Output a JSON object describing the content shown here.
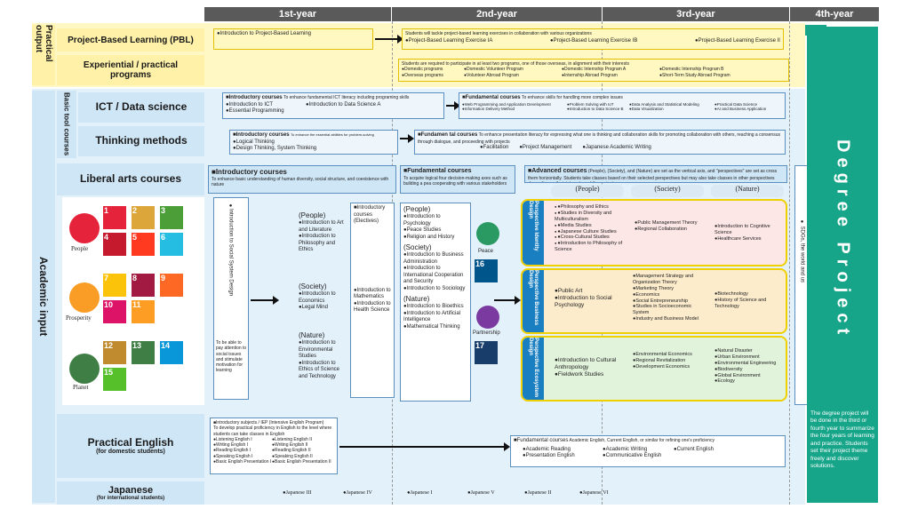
{
  "header": {
    "year1": "1st-year",
    "year2": "2nd-year",
    "year3": "3rd-year",
    "year4": "4th-year"
  },
  "side": {
    "practical_output": "Practical output",
    "academic_input": "Academic input",
    "basic_tool_courses": "Basic tool courses"
  },
  "rows": {
    "pbl": "Project-Based Learning (PBL)",
    "experiential": "Experiential / practical programs",
    "ict": "ICT / Data science",
    "thinking": "Thinking methods",
    "liberal": "Liberal arts courses",
    "english": "Practical English",
    "english_sub": "(for domestic students)",
    "japanese": "Japanese",
    "japanese_sub": "(for international students)"
  },
  "pbl": {
    "intro": "●Introduction to Project-Based Learning",
    "note": "Students will tackle      project-based learning exercises in collaboration with various organizations",
    "items": [
      "●Project-Based Learning Exercise IA",
      "●Project-Based Learning Exercise IB",
      "●Project-Based Learning Exercise II"
    ]
  },
  "exp": {
    "note": "Students are required          to participate in at least two programs, one of those overseas, in alignment with their interests",
    "items": [
      "●Domestic programs",
      "●Overseas programs",
      "●Domestic Volunteer Program",
      "●Volunteer Abroad Program",
      "●Domestic Internship Program A",
      "●Internship Abroad Program",
      "●Domestic Internship Program B",
      "●Short-Term Study Abroad Program"
    ]
  },
  "ict": {
    "intro_title": "■Introductory courses",
    "intro_desc": "To enhance fundamental ICT literacy including programing skills",
    "intro_items": [
      "●Introduction to ICT",
      "●Introduction to Data Science A",
      "●Essential Programming"
    ],
    "fund_title": "■Fundamental courses",
    "fund_desc": "To enhance skills for handling more complex issues",
    "fund_items": [
      "●Web Programming and Application Development",
      "●Problem Solving with IoT",
      "●Data Analysis and Statistical Modeling",
      "●Practical Data Science",
      "●Information Delivery Method",
      "●Introduction to Data Science B",
      "●Data Visualization",
      "●AI and Business Application"
    ]
  },
  "thinking": {
    "intro_title": "■Introductory courses",
    "intro_desc": "To enhance the essential abilities for problem-solving",
    "intro_items": [
      "●Logical Thinking",
      "●Design Thinking, System Thinking"
    ],
    "fund_title": "■Fundamen      tal courses",
    "fund_desc": "To enhance presentation literacy for expressing what one is thinking and collaboration skills for promoting collaboration with others, reaching a consensus through dialogue, and proceeding with projects",
    "fund_items": [
      "●Facilitation",
      "●Project Management",
      "●Japanese Academic Writing"
    ]
  },
  "liberal": {
    "intro_title": "■Introductory courses",
    "intro_desc": "To enhance basic understanding of human diversity, social structure, and coexistence with nature",
    "intro_sys": "●Introduction to Social System Design",
    "intro_note": "To be able to pay attention to social issues and stimulate motivation for learning",
    "electives": "■Introductory courses (Electives)",
    "people_h": "(People)",
    "people_items": [
      "●Introduction to Art and Literature",
      "●Introduction to Philosophy and Ethics"
    ],
    "society_h": "(Society)",
    "society_items": [
      "●Introduction to Economics",
      "●Legal Mind"
    ],
    "nature_h": "(Nature)",
    "nature_items": [
      "●Introduction to Environmental Studies",
      "●Introduction to Ethics of Science and Technology"
    ],
    "elective_items": [
      "●Introduction to Mathematics",
      "●Introduction to Health Science"
    ],
    "fund_title": "■Fundamental courses",
    "fund_desc": "To acquire logical four decision-making axes such as building a pea cooperating with various stakeholders",
    "fund_people_h": "(People)",
    "fund_people": [
      "●Introduction to Psychology",
      "●Peace Studies",
      "●Religion and History"
    ],
    "fund_society_h": "(Society)",
    "fund_society": [
      "●Introduction to Business Administration",
      "●Introduction to International Cooperation and Security",
      "●Introduction to Sociology"
    ],
    "fund_nature_h": "(Nature)",
    "fund_nature": [
      "●Introduction to Bioethics",
      "●Introduction to Artificial Intelligence",
      "●Mathematical Thinking"
    ],
    "peace": "Peace",
    "partnership": "Partnership",
    "adv_title": "■Advanced courses",
    "adv_desc": "(People), (Society), and (Nature) are set as the vertical axis, and \"perspectives\" are set as cross them horizontally. Students take classes based on their selected perspectives but may also take classes in other perspectives depending on their interests and the project progress.",
    "col_people": "(People)",
    "col_society": "(Society)",
    "col_nature": "(Nature)",
    "id_label": "Perspective Identity Design",
    "id_people": [
      "●Philosophy and Ethics",
      "●Studies in Diversity and Multiculturalism",
      "●Media Studies",
      "●Japanese Culture Studies",
      "●Cross-Cultural Studies",
      "●Introduction to Philosophy of Science"
    ],
    "id_society": [
      "●Public Management Theory",
      "●Regional Collaboration"
    ],
    "id_nature": [
      "●Introduction to Cognitive Science",
      "●Healthcare Services"
    ],
    "bd_label": "Perspective Business Design",
    "bd_people": [
      "●Public Art",
      "●Introduction to Social Psychology"
    ],
    "bd_society": [
      "●Management Strategy and Organization Theory",
      "●Marketing Theory",
      "●Economics",
      "●Social Entrepreneurship",
      "●Studies in Socioeconomic System",
      "●Industry and Business Model"
    ],
    "bd_nature": [
      "●Biotechnology",
      "●History of Science and Technology"
    ],
    "ed_label": "Perspective Ecosystem Design",
    "ed_people": [
      "●Introduction to Cultural Anthropology",
      "●Fieldwork Studies"
    ],
    "ed_society": [
      "●Environmental Economics",
      "●Regional Revitalization",
      "●Development Economics"
    ],
    "ed_nature": [
      "●Natural Disaster",
      "●Urban Environment",
      "●Environmental Engineering",
      "●Biodiversity",
      "●Global Environment",
      "●Ecology"
    ],
    "sdgs_world": "● SDGs, the world and us"
  },
  "sdg_groups": {
    "people": "People",
    "prosperity": "Prosperity",
    "planet": "Planet"
  },
  "english": {
    "intro_title": "■Introductory subjects / IEP (Intensive English Program)",
    "intro_desc": "To develop practical proficiency in English to the level where students can take classes in English",
    "intro_items": [
      "●Listening English I",
      "●Listening English II",
      "●Writing English I",
      "●Writing English II",
      "●Reading English I",
      "●Reading English II",
      "●Speaking English I",
      "●Speaking English II",
      "●Basic English Presentation I",
      "●Basic English Presentation II"
    ],
    "fund_title": "■Fundamental courses",
    "fund_desc": "Academic English, Current English, or similar for refining one's proficiency",
    "fund_items": [
      "●Academic Reading",
      "●Academic Writing",
      "●Current English",
      "●Presentation English",
      "●Communicative English"
    ]
  },
  "japanese": {
    "items": [
      "●Japanese III",
      "●Japanese IV",
      "●Japanese I",
      "●Japanese V",
      "●Japanese II",
      "●Japanese VI"
    ]
  },
  "degree": {
    "title": "Degree Project",
    "desc": "The degree project will be done in the third or fourth year to summarize the four years of learning and practice. Students set their project theme freely and discover solutions."
  }
}
